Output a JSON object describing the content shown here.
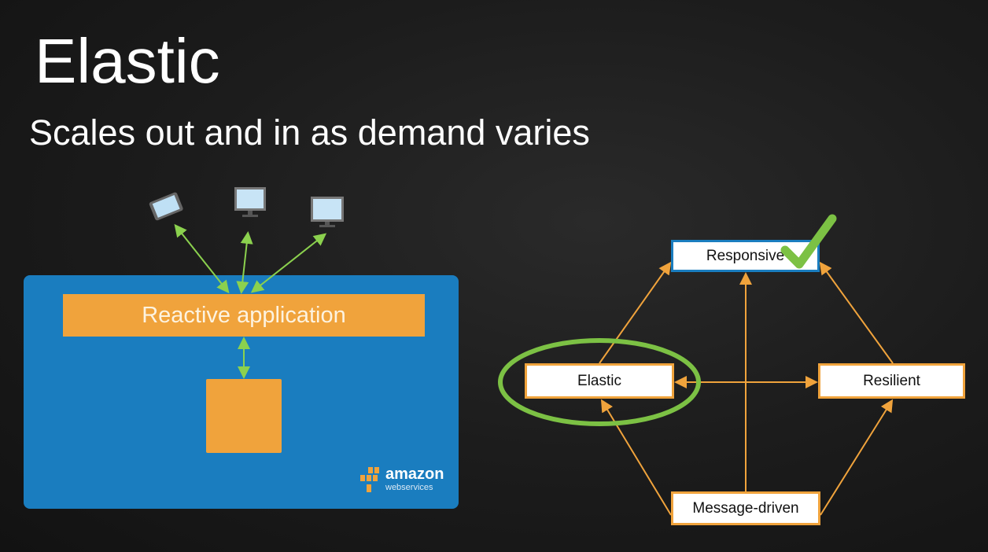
{
  "title": "Elastic",
  "subtitle": "Scales out and in as demand varies",
  "left_diagram": {
    "app_label": "Reactive application",
    "devices": [
      "tablet-icon",
      "monitor-icon",
      "monitor-icon"
    ],
    "logo": {
      "name": "amazon",
      "sub": "webservices"
    }
  },
  "right_diagram": {
    "nodes": {
      "responsive": "Responsive",
      "elastic": "Elastic",
      "resilient": "Resilient",
      "message": "Message-driven"
    },
    "highlight": "Elastic",
    "checked": "Responsive"
  },
  "colors": {
    "blue": "#1a7dbf",
    "orange": "#f0a33c",
    "green": "#7cc144",
    "arrow_green": "#8bd14e"
  }
}
